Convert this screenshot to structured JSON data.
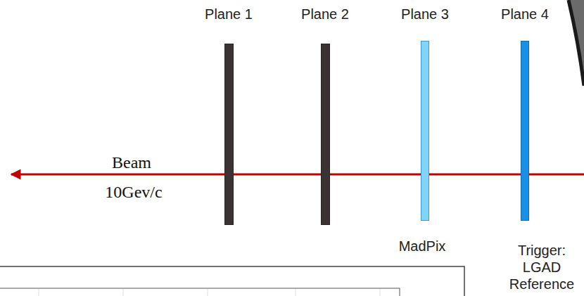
{
  "diagram": {
    "nodes": [
      {
        "text": [
          "Plane 1"
        ]
      },
      {
        "text": [
          "Plane 2"
        ]
      },
      {
        "text": [
          "Plane 3",
          "MadPix"
        ]
      },
      {
        "text": [
          "Plane 4",
          "Trigger: LGAD Reference"
        ]
      }
    ],
    "labels": [
      "Beam",
      "10Gev/c"
    ]
  }
}
